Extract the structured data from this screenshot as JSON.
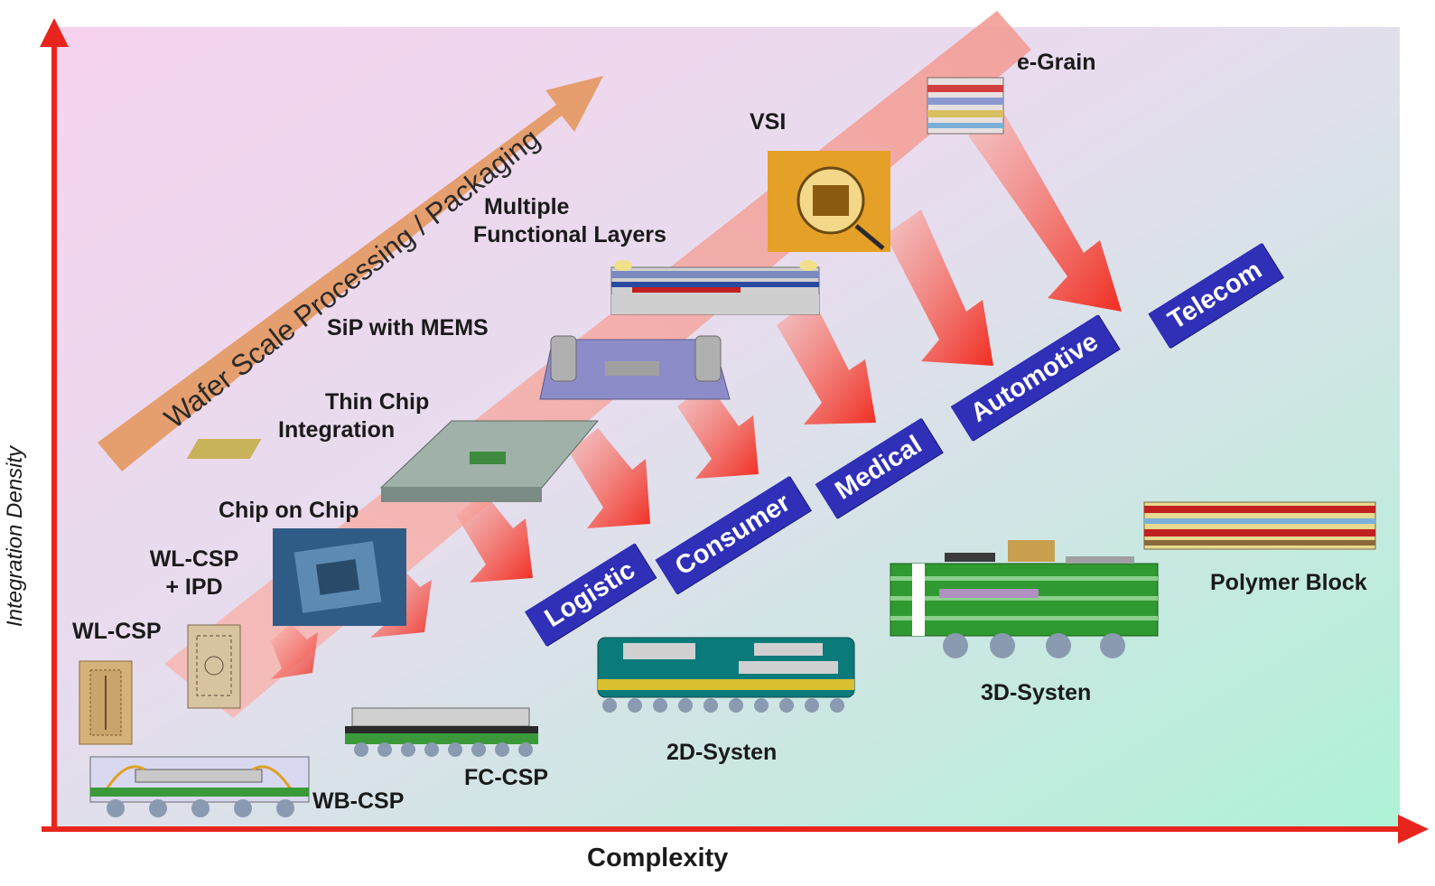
{
  "axes": {
    "x_label": "Complexity",
    "y_label": "Integration Density"
  },
  "trend_arrow": {
    "label": "Wafer Scale Processing / Packaging"
  },
  "technologies": {
    "wl_csp": "WL-CSP",
    "wl_csp_ipd_line1": "WL-CSP",
    "wl_csp_ipd_line2": "+ IPD",
    "chip_on_chip": "Chip on Chip",
    "thin_chip_line1": "Thin Chip",
    "thin_chip_line2": "Integration",
    "sip_mems": "SiP with MEMS",
    "mfl_line1": "Multiple",
    "mfl_line2": "Functional Layers",
    "vsi": "VSI",
    "egrain": "e-Grain"
  },
  "applications": [
    "Logistic",
    "Consumer",
    "Medical",
    "Automotive",
    "Telecom"
  ],
  "packages": {
    "wb_csp": "WB-CSP",
    "fc_csp": "FC-CSP",
    "system_2d": "2D-Systen",
    "system_3d": "3D-Systen",
    "polymer_block": "Polymer Block"
  },
  "colors": {
    "application_box": "#2f2fb8",
    "axis": "#e8251c",
    "trend_arrow": "#e29a63",
    "band": "#f4a6a0",
    "flow_arrow": "#f23a2e"
  }
}
